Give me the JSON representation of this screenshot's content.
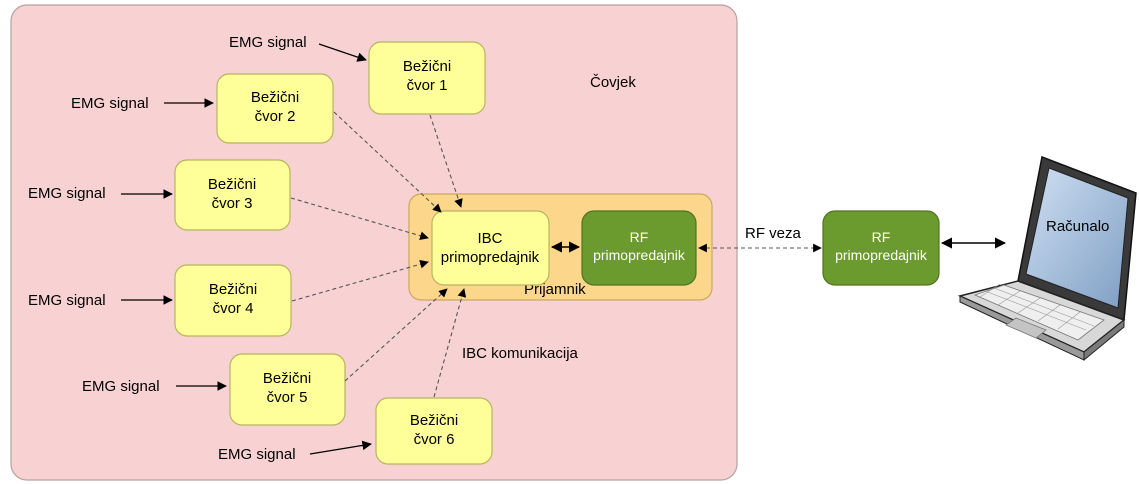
{
  "region_label": "Čovjek",
  "nodes": [
    {
      "line1": "Bežični",
      "line2": "čvor 1",
      "input_label": "EMG signal"
    },
    {
      "line1": "Bežični",
      "line2": "čvor 2",
      "input_label": "EMG signal"
    },
    {
      "line1": "Bežični",
      "line2": "čvor 3",
      "input_label": "EMG signal"
    },
    {
      "line1": "Bežični",
      "line2": "čvor 4",
      "input_label": "EMG signal"
    },
    {
      "line1": "Bežični",
      "line2": "čvor 5",
      "input_label": "EMG signal"
    },
    {
      "line1": "Bežični",
      "line2": "čvor 6",
      "input_label": "EMG signal"
    }
  ],
  "receiver": {
    "label": "Prijamnik",
    "ibc_line1": "IBC",
    "ibc_line2": "primopredajnik",
    "rf_line1": "RF",
    "rf_line2": "primopredajnik"
  },
  "ibc_link_label": "IBC komunikacija",
  "rf_link_label": "RF veza",
  "external_rf": {
    "line1": "RF",
    "line2": "primopredajnik"
  },
  "computer_label": "Računalo",
  "colors": {
    "region_fill": "#f8d2d2",
    "node_fill": "#ffff99",
    "receiver_fill": "#fcd68a",
    "rf_fill": "#6b9a2e"
  }
}
